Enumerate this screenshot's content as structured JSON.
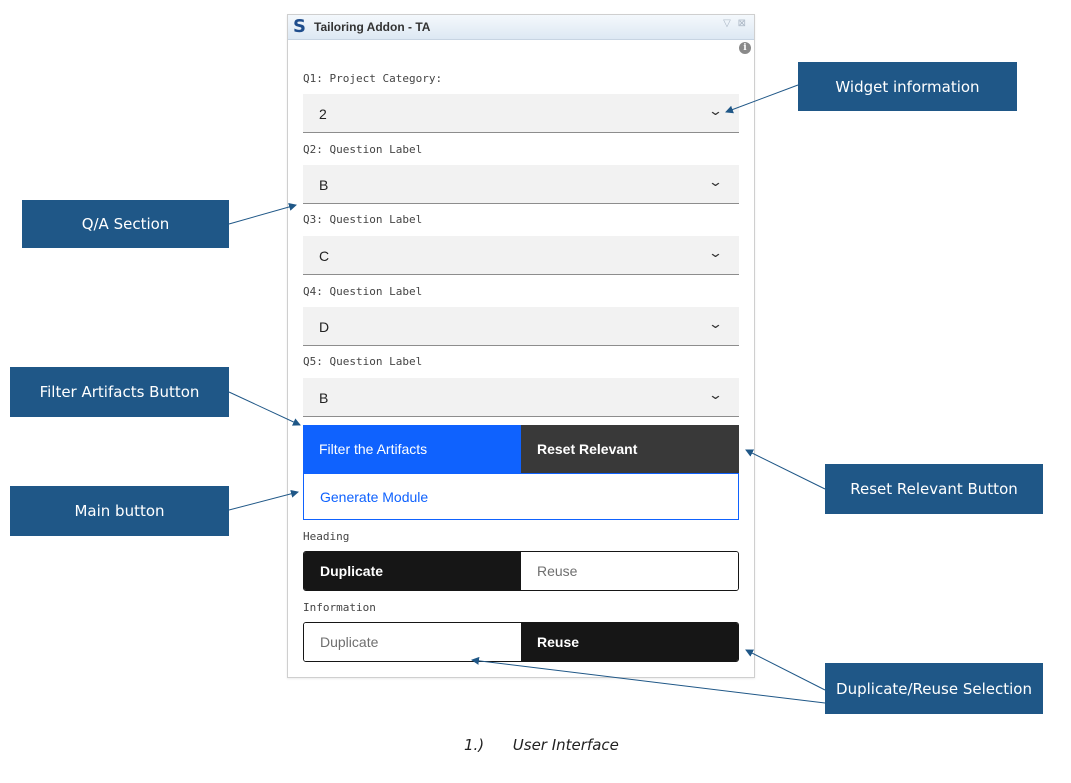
{
  "widget": {
    "logo": "S",
    "title": "Tailoring Addon - TA",
    "controls": "▽ ⊠",
    "info_icon": "info-icon"
  },
  "questions": [
    {
      "label": "Q1: Project Category:",
      "value": "2"
    },
    {
      "label": "Q2: Question Label",
      "value": "B"
    },
    {
      "label": "Q3: Question Label",
      "value": "C"
    },
    {
      "label": "Q4: Question Label",
      "value": "D"
    },
    {
      "label": "Q5: Question Label",
      "value": "B"
    }
  ],
  "buttons": {
    "filter": "Filter the Artifacts",
    "reset": "Reset Relevant",
    "generate": "Generate Module"
  },
  "toggles": [
    {
      "label": "Heading",
      "left": "Duplicate",
      "right": "Reuse",
      "selected": "left"
    },
    {
      "label": "Information",
      "left": "Duplicate",
      "right": "Reuse",
      "selected": "right"
    }
  ],
  "callouts": {
    "widget_info": "Widget information",
    "qa_section": "Q/A Section",
    "filter_button": "Filter Artifacts Button",
    "main_button": "Main button",
    "reset_button": "Reset Relevant Button",
    "dup_reuse": "Duplicate/Reuse Selection"
  },
  "caption": "1.)      User Interface",
  "colors": {
    "callout": "#1f5787",
    "primary": "#0f62fe",
    "dark": "#393939",
    "toggle_on": "#161616"
  }
}
